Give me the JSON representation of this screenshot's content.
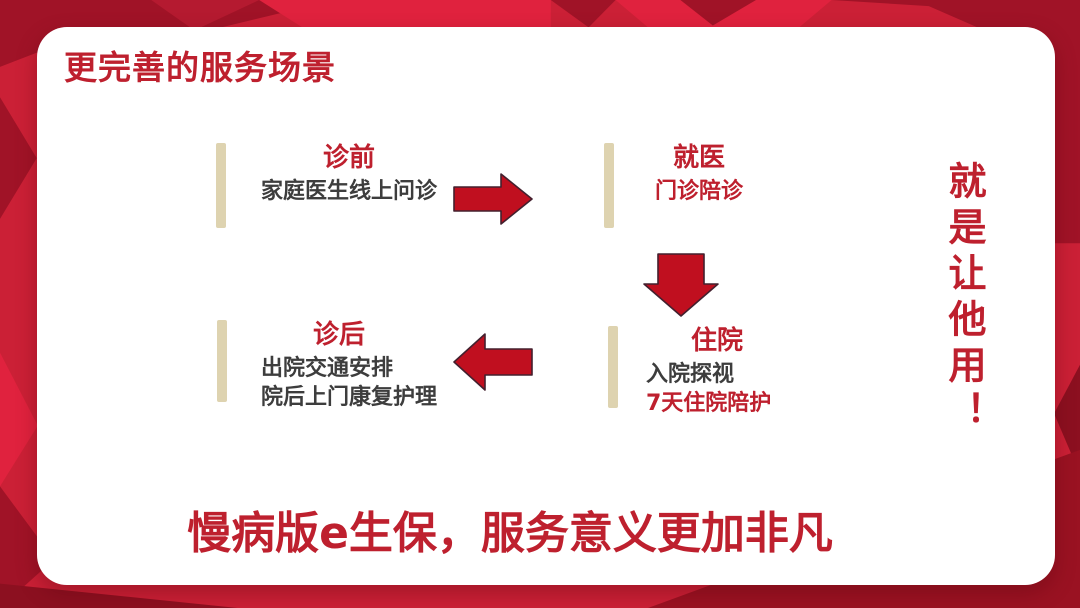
{
  "slide": {
    "title": "更完善的服务场景",
    "vertical_note": "就是让他用！",
    "tagline": "慢病版e生保，服务意义更加非凡"
  },
  "flow": {
    "steps": [
      {
        "title": "诊前",
        "line1": "家庭医生线上问诊"
      },
      {
        "title": "就医",
        "line1": "门诊陪诊"
      },
      {
        "title": "住院",
        "line1": "入院探视",
        "line2": "7天住院陪护"
      },
      {
        "title": "诊后",
        "line1": "出院交通安排",
        "line2": "院后上门康复护理"
      }
    ],
    "arrows": [
      "right-arrow",
      "down-arrow",
      "left-arrow"
    ]
  },
  "colors": {
    "background_red": "#CB2036",
    "shape_dark_red": "#A01327",
    "shape_bright_red": "#E0223E",
    "card_white": "#FFFFFF",
    "accent_red": "#BE202E",
    "arrow_red": "#C00F1F",
    "text_dark": "#3D3D3D",
    "bar_beige": "#DED3B0"
  }
}
